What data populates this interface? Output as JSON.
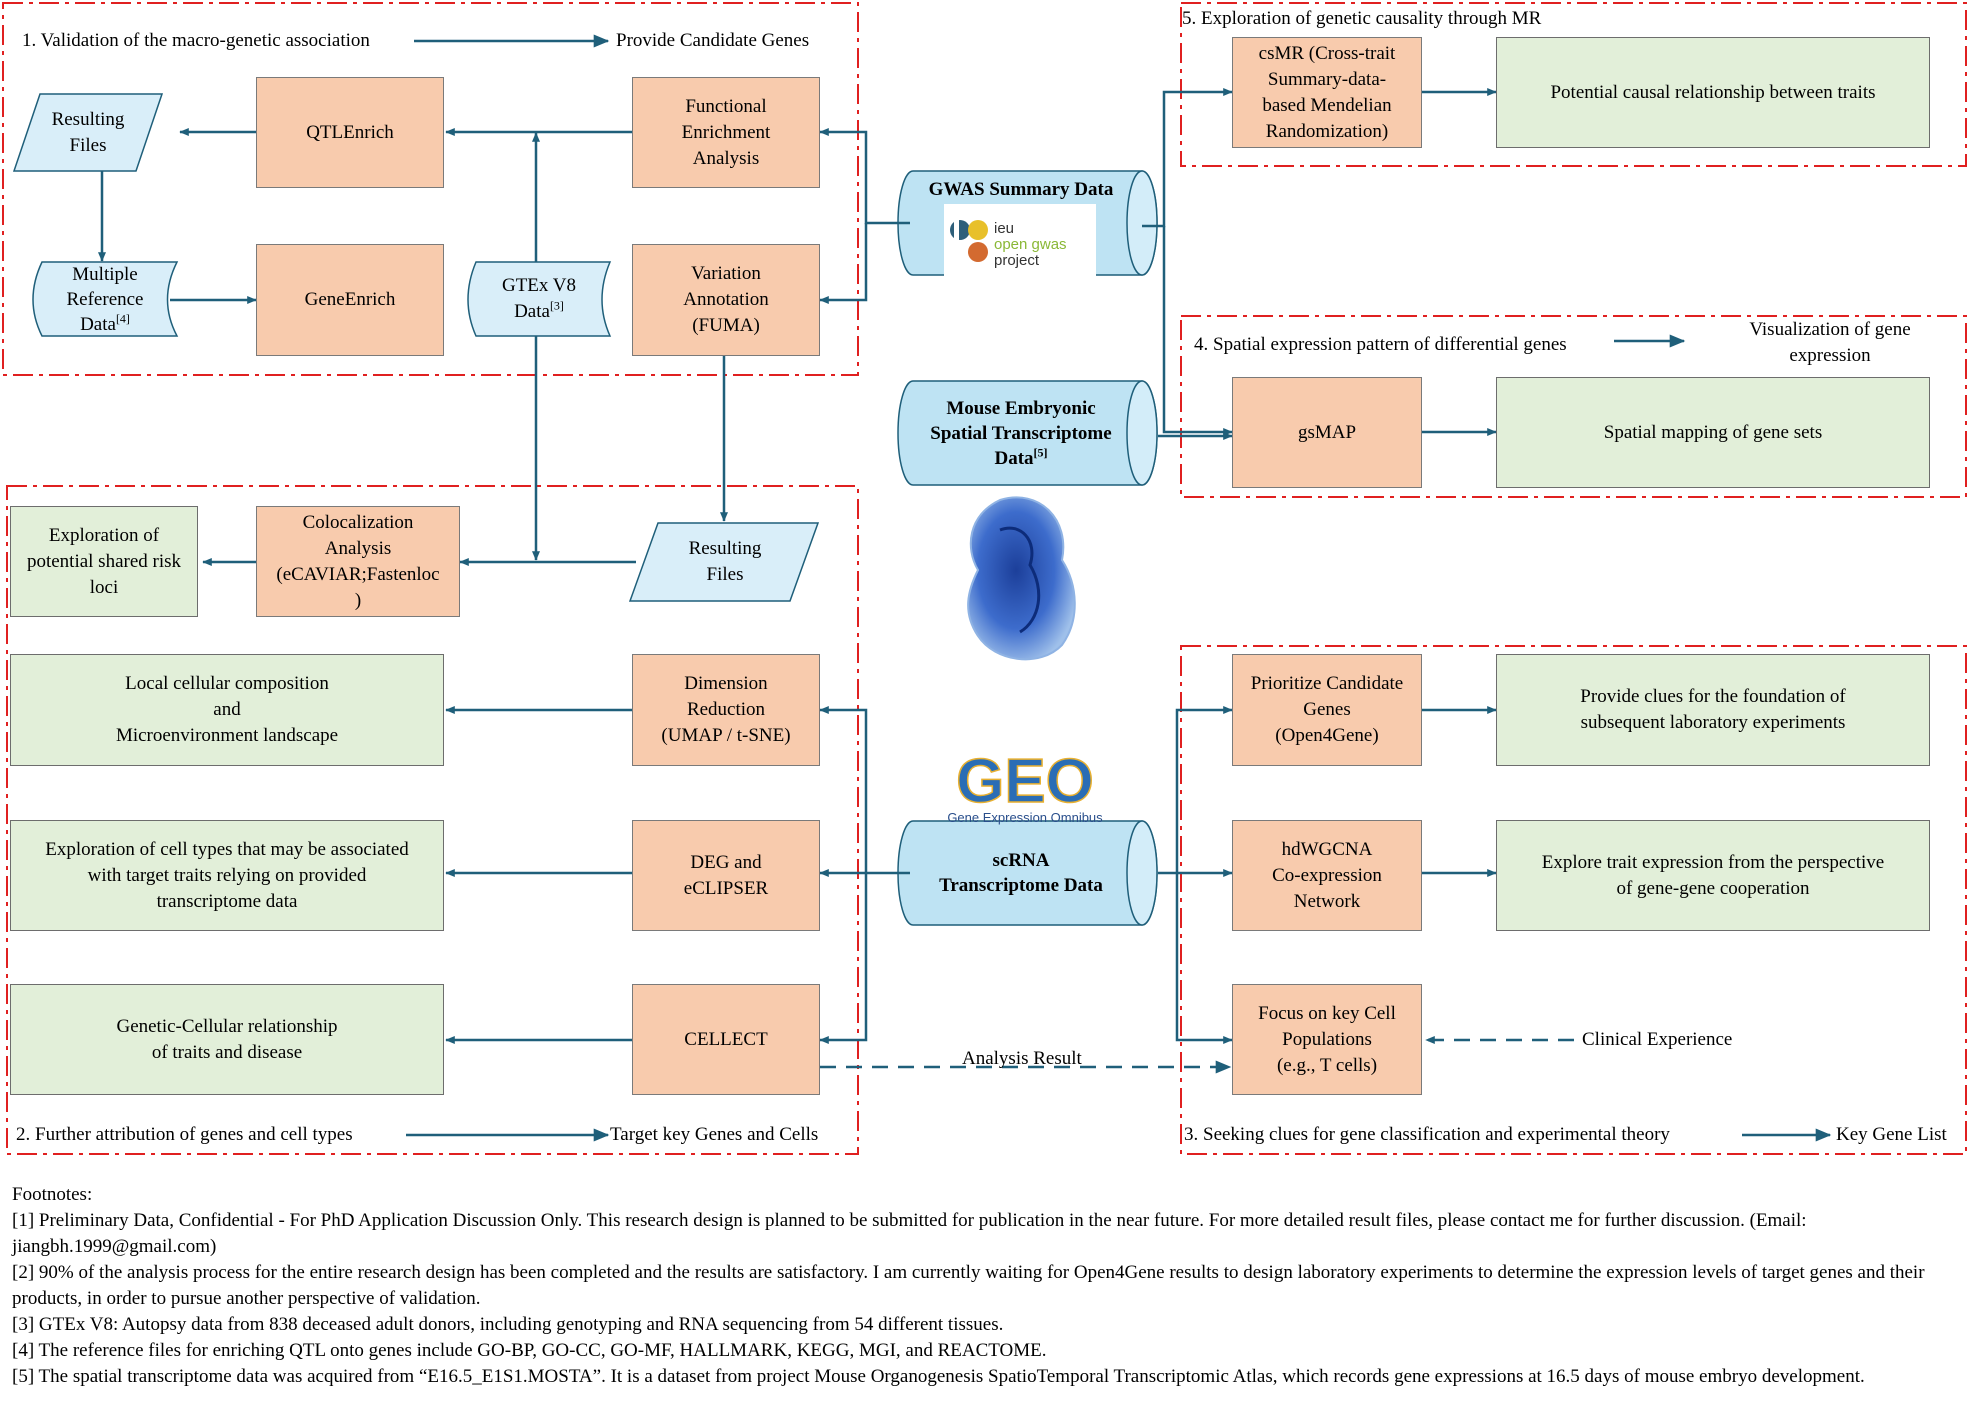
{
  "sections": {
    "s1_title": "1. Validation of the macro-genetic association",
    "s1_output": "Provide Candidate Genes",
    "s2_title": "2. Further attribution of genes and cell types",
    "s2_output": "Target key Genes and Cells",
    "s3_title": "3. Seeking clues for gene classification and experimental theory",
    "s3_output": "Key Gene List",
    "s4_title": "4. Spatial expression pattern of differential genes",
    "s4_output_line1": "Visualization of gene",
    "s4_output_line2": "expression",
    "s5_title": "5. Exploration of genetic causality through MR"
  },
  "data_sources": {
    "gwas": "GWAS Summary Data",
    "ieu_logo": [
      "ieu",
      "open gwas",
      "project"
    ],
    "mouse_line1": "Mouse Embryonic",
    "mouse_line2": "Spatial Transcriptome",
    "mouse_line3": "Data",
    "mouse_ref": "[5]",
    "scrna_line1": "scRNA",
    "scrna_line2": "Transcriptome Data",
    "geo_logo": "GEO",
    "geo_caption": "Gene Expression Omnibus"
  },
  "nodes": {
    "resulting_files_top_1": "Resulting",
    "resulting_files_top_2": "Files",
    "qtlenrich": "QTLEnrich",
    "functional_enrichment": "Functional\nEnrichment\nAnalysis",
    "multiple_ref_1": "Multiple",
    "multiple_ref_2": "Reference",
    "multiple_ref_3": "Data",
    "multiple_ref_sup": "[4]",
    "geneenrich": "GeneEnrich",
    "gtex_1": "GTEx V8",
    "gtex_2": "Data",
    "gtex_sup": "[3]",
    "variation_annotation": "Variation\nAnnotation\n(FUMA)",
    "exploration_shared_loci": "Exploration of\npotential shared risk\nloci",
    "colocalization": "Colocalization\nAnalysis\n(eCAVIAR;Fastenloc\n)",
    "resulting_files_mid_1": "Resulting",
    "resulting_files_mid_2": "Files",
    "local_cellular": "Local cellular composition\nand\nMicroenvironment landscape",
    "dimension_reduction": "Dimension\nReduction\n(UMAP / t-SNE)",
    "exploration_cell_types": "Exploration of cell types that may be associated\nwith target traits relying on provided\ntranscriptome data",
    "deg_eclipser": "DEG and\neCLIPSER",
    "genetic_cellular": "Genetic-Cellular relationship\nof traits and disease",
    "cellect": "CELLECT",
    "csmr": "csMR (Cross-trait\nSummary-data-\nbased Mendelian\nRandomization)",
    "potential_causal": "Potential causal relationship between traits",
    "gsmap": "gsMAP",
    "spatial_mapping": "Spatial mapping of gene sets",
    "prioritize": "Prioritize Candidate\nGenes\n(Open4Gene)",
    "provide_clues": "Provide clues for the foundation of\nsubsequent laboratory experiments",
    "hdwgcna": "hdWGCNA\nCo-expression\nNetwork",
    "explore_trait": "Explore trait expression from the perspective\nof gene-gene cooperation",
    "focus_cell": "Focus on key Cell\nPopulations\n(e.g., T cells)",
    "clinical": "Clinical Experience",
    "analysis_result": "Analysis Result"
  },
  "footnotes": {
    "heading": "Footnotes:",
    "f1": "[1] Preliminary Data, Confidential - For PhD Application Discussion Only. This research design is planned to be submitted for publication in the near future. For more detailed result files, please contact me for further discussion. (Email: jiangbh.1999@gmail.com)",
    "f2": "[2] 90% of the analysis process for the entire research design has been completed and the results are satisfactory. I am currently waiting for Open4Gene results to design laboratory experiments to determine the expression levels of target genes and their products, in order to pursue another perspective of validation.",
    "f3": "[3] GTEx V8: Autopsy data from 838 deceased adult donors, including genotyping and RNA sequencing from 54 different tissues.",
    "f4": "[4] The reference files for enriching QTL onto genes include GO-BP, GO-CC, GO-MF, HALLMARK, KEGG, MGI, and REACTOME.",
    "f5": "[5] The spatial transcriptome data was acquired from “E16.5_E1S1.MOSTA”. It is a dataset from project Mouse Organogenesis SpatioTemporal Transcriptomic Atlas, which records gene expressions at 16.5 days of mouse embryo development."
  },
  "colors": {
    "section_border": "#e02020",
    "arrow": "#1f5f7a",
    "process_fill": "#f8cbad",
    "result_fill": "#e2efd9",
    "data_fill": "#bee3f3",
    "embryo": "#2a55b0"
  }
}
